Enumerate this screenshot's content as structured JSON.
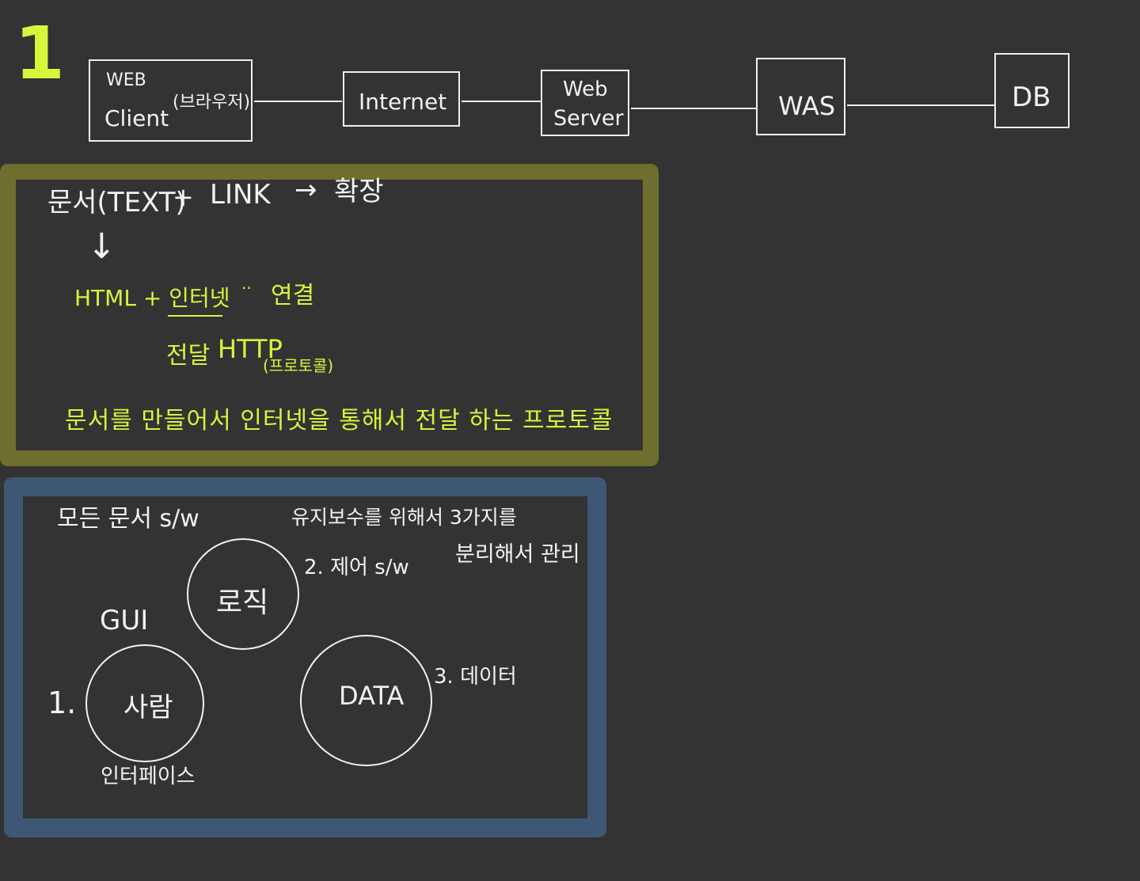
{
  "section_numbers": {
    "top": "1",
    "person": "1."
  },
  "architecture": {
    "client_line1": "WEB",
    "client_line2": "Client",
    "client_note": "(브라우저)",
    "internet": "Internet",
    "web_server_line1": "Web",
    "web_server_line2": "Server",
    "was": "WAS",
    "db": "DB"
  },
  "olive_box": {
    "line1_doc": "문서(TEXT)",
    "line1_plus": "+",
    "line1_link": "LINK",
    "line1_arrow": "→",
    "line1_expand": "확장",
    "down_arrow": "↓",
    "html_plus_internet": "HTML + 인터넷",
    "dots": "··",
    "connect": "연결",
    "deliver": "전달",
    "http": "HTTP",
    "protocol": "(프로토콜)",
    "summary": "문서를 만들어서  인터넷을 통해서 전달 하는 프로토콜"
  },
  "blue_box": {
    "all_docs": "모든 문서 s/w",
    "maintain": "유지보수를 위해서 3가지를",
    "separate": "분리해서 관리",
    "logic": "로직",
    "logic_label": "2. 제어 s/w",
    "gui": "GUI",
    "person": "사람",
    "interface": "인터페이스",
    "data": "DATA",
    "data_label": "3. 데이터"
  },
  "colors": {
    "background": "#333333",
    "olive_frame": "#6e6e2e",
    "blue_frame": "#3d5775",
    "highlight": "#d6f53b",
    "ink": "#f2f2f2"
  }
}
